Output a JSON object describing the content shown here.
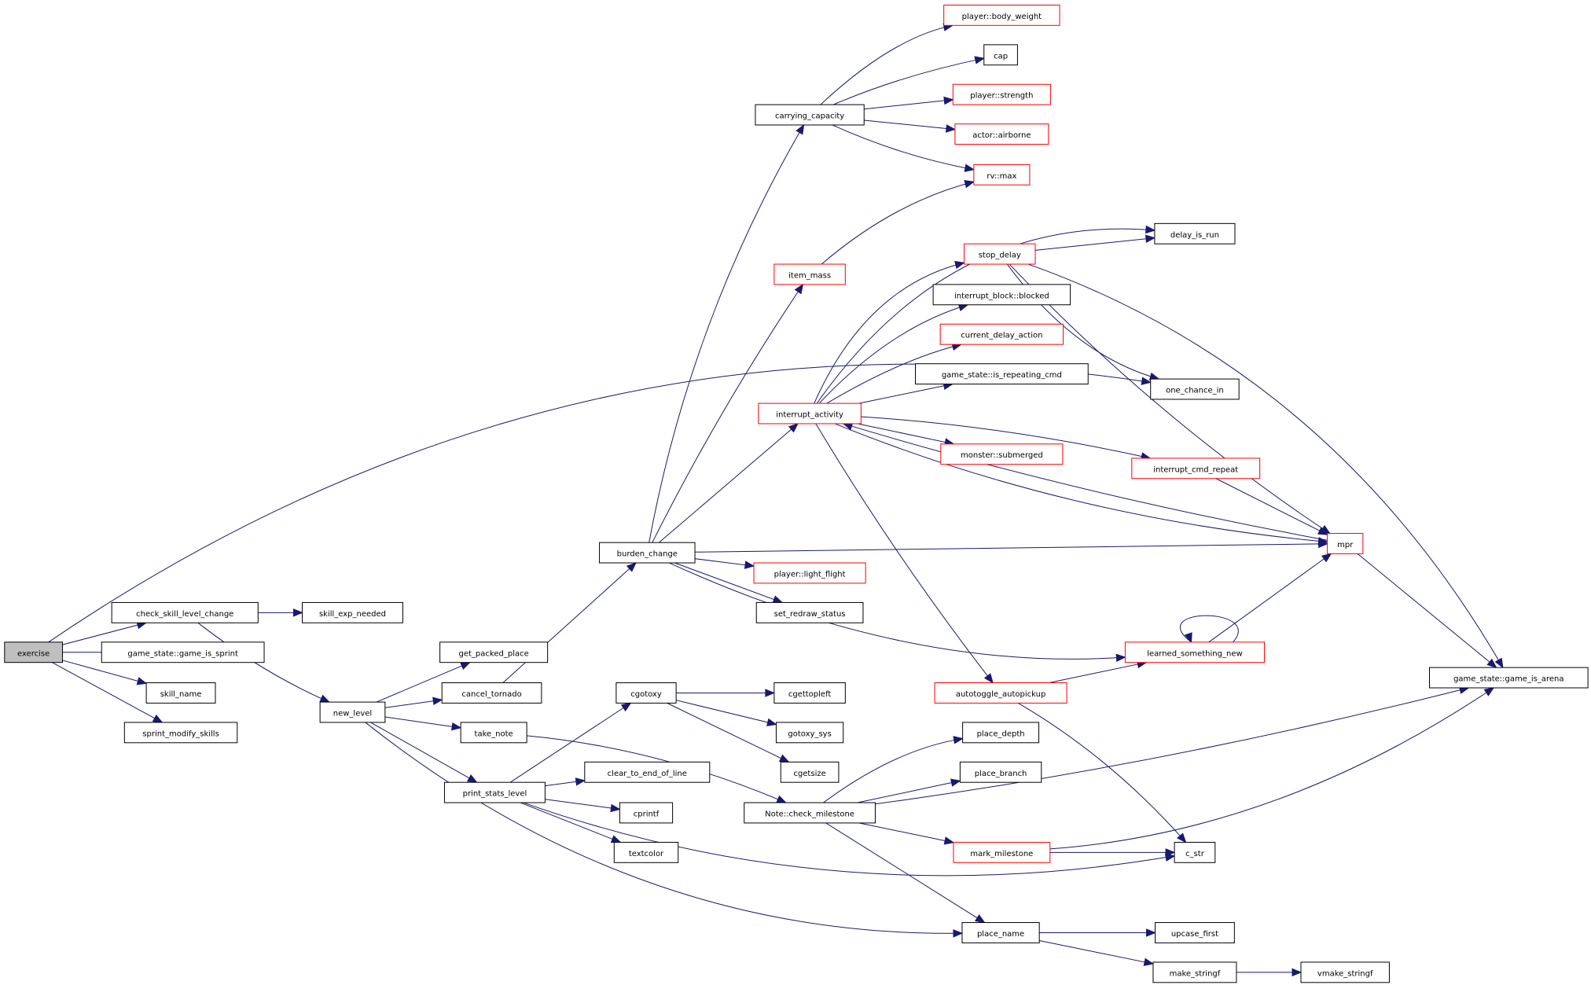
{
  "diagram": {
    "colors": {
      "edge": "#191970",
      "node_border": "#000000",
      "node_border_truncated": "#ff0000",
      "root_fill": "#bfbfbf",
      "node_fill": "#ffffff"
    },
    "nodes": [
      {
        "id": "exercise",
        "label": "exercise",
        "style": "root"
      },
      {
        "id": "check_skill_level_change",
        "label": "check_skill_level_change",
        "style": "normal"
      },
      {
        "id": "skill_exp_needed",
        "label": "skill_exp_needed",
        "style": "normal"
      },
      {
        "id": "game_is_sprint",
        "label": "game_state::game_is_sprint",
        "style": "normal"
      },
      {
        "id": "skill_name",
        "label": "skill_name",
        "style": "normal"
      },
      {
        "id": "sprint_modify_skills",
        "label": "sprint_modify_skills",
        "style": "normal"
      },
      {
        "id": "new_level",
        "label": "new_level",
        "style": "normal"
      },
      {
        "id": "get_packed_place",
        "label": "get_packed_place",
        "style": "normal"
      },
      {
        "id": "cancel_tornado",
        "label": "cancel_tornado",
        "style": "normal"
      },
      {
        "id": "take_note",
        "label": "take_note",
        "style": "normal"
      },
      {
        "id": "print_stats_level",
        "label": "print_stats_level",
        "style": "normal"
      },
      {
        "id": "burden_change",
        "label": "burden_change",
        "style": "normal"
      },
      {
        "id": "cgotoxy",
        "label": "cgotoxy",
        "style": "normal"
      },
      {
        "id": "clear_to_end_of_line",
        "label": "clear_to_end_of_line",
        "style": "normal"
      },
      {
        "id": "cprintf",
        "label": "cprintf",
        "style": "normal"
      },
      {
        "id": "textcolor",
        "label": "textcolor",
        "style": "normal"
      },
      {
        "id": "carrying_capacity",
        "label": "carrying_capacity",
        "style": "normal"
      },
      {
        "id": "item_mass",
        "label": "item_mass",
        "style": "truncated"
      },
      {
        "id": "interrupt_activity",
        "label": "interrupt_activity",
        "style": "truncated"
      },
      {
        "id": "light_flight",
        "label": "player::light_flight",
        "style": "truncated"
      },
      {
        "id": "set_redraw_status",
        "label": "set_redraw_status",
        "style": "normal"
      },
      {
        "id": "cgettopleft",
        "label": "cgettopleft",
        "style": "normal"
      },
      {
        "id": "gotoxy_sys",
        "label": "gotoxy_sys",
        "style": "normal"
      },
      {
        "id": "cgetsize",
        "label": "cgetsize",
        "style": "normal"
      },
      {
        "id": "check_milestone",
        "label": "Note::check_milestone",
        "style": "normal"
      },
      {
        "id": "body_weight",
        "label": "player::body_weight",
        "style": "truncated"
      },
      {
        "id": "cap",
        "label": "cap",
        "style": "normal"
      },
      {
        "id": "strength",
        "label": "player::strength",
        "style": "truncated"
      },
      {
        "id": "airborne",
        "label": "actor::airborne",
        "style": "truncated"
      },
      {
        "id": "rv_max",
        "label": "rv::max",
        "style": "truncated"
      },
      {
        "id": "stop_delay",
        "label": "stop_delay",
        "style": "truncated"
      },
      {
        "id": "interrupt_block",
        "label": "interrupt_block::blocked",
        "style": "normal"
      },
      {
        "id": "current_delay_action",
        "label": "current_delay_action",
        "style": "truncated"
      },
      {
        "id": "is_repeating_cmd",
        "label": "game_state::is_repeating_cmd",
        "style": "normal"
      },
      {
        "id": "submerged",
        "label": "monster::submerged",
        "style": "truncated"
      },
      {
        "id": "autotoggle_autopickup",
        "label": "autotoggle_autopickup",
        "style": "truncated"
      },
      {
        "id": "place_depth",
        "label": "place_depth",
        "style": "normal"
      },
      {
        "id": "place_branch",
        "label": "place_branch",
        "style": "normal"
      },
      {
        "id": "mark_milestone",
        "label": "mark_milestone",
        "style": "truncated"
      },
      {
        "id": "place_name",
        "label": "place_name",
        "style": "normal"
      },
      {
        "id": "delay_is_run",
        "label": "delay_is_run",
        "style": "normal"
      },
      {
        "id": "one_chance_in",
        "label": "one_chance_in",
        "style": "normal"
      },
      {
        "id": "interrupt_cmd_repeat",
        "label": "interrupt_cmd_repeat",
        "style": "truncated"
      },
      {
        "id": "learned_something_new",
        "label": "learned_something_new",
        "style": "truncated"
      },
      {
        "id": "c_str",
        "label": "c_str",
        "style": "normal"
      },
      {
        "id": "upcase_first",
        "label": "upcase_first",
        "style": "normal"
      },
      {
        "id": "make_stringf",
        "label": "make_stringf",
        "style": "normal"
      },
      {
        "id": "mpr",
        "label": "mpr",
        "style": "truncated"
      },
      {
        "id": "vmake_stringf",
        "label": "vmake_stringf",
        "style": "normal"
      },
      {
        "id": "game_is_arena",
        "label": "game_state::game_is_arena",
        "style": "normal"
      }
    ],
    "edges": [
      {
        "from": "exercise",
        "to": "check_skill_level_change"
      },
      {
        "from": "exercise",
        "to": "game_is_sprint"
      },
      {
        "from": "exercise",
        "to": "skill_name"
      },
      {
        "from": "exercise",
        "to": "sprint_modify_skills"
      },
      {
        "from": "exercise",
        "to": "one_chance_in"
      },
      {
        "from": "check_skill_level_change",
        "to": "skill_exp_needed"
      },
      {
        "from": "check_skill_level_change",
        "to": "new_level"
      },
      {
        "from": "new_level",
        "to": "get_packed_place"
      },
      {
        "from": "new_level",
        "to": "cancel_tornado"
      },
      {
        "from": "new_level",
        "to": "take_note"
      },
      {
        "from": "new_level",
        "to": "print_stats_level"
      },
      {
        "from": "new_level",
        "to": "place_name"
      },
      {
        "from": "cancel_tornado",
        "to": "burden_change"
      },
      {
        "from": "take_note",
        "to": "check_milestone"
      },
      {
        "from": "print_stats_level",
        "to": "cgotoxy"
      },
      {
        "from": "print_stats_level",
        "to": "clear_to_end_of_line"
      },
      {
        "from": "print_stats_level",
        "to": "cprintf"
      },
      {
        "from": "print_stats_level",
        "to": "textcolor"
      },
      {
        "from": "print_stats_level",
        "to": "c_str"
      },
      {
        "from": "cgotoxy",
        "to": "cgettopleft"
      },
      {
        "from": "cgotoxy",
        "to": "gotoxy_sys"
      },
      {
        "from": "cgotoxy",
        "to": "cgetsize"
      },
      {
        "from": "burden_change",
        "to": "carrying_capacity"
      },
      {
        "from": "burden_change",
        "to": "item_mass"
      },
      {
        "from": "burden_change",
        "to": "interrupt_activity"
      },
      {
        "from": "burden_change",
        "to": "light_flight"
      },
      {
        "from": "burden_change",
        "to": "set_redraw_status"
      },
      {
        "from": "burden_change",
        "to": "mpr"
      },
      {
        "from": "burden_change",
        "to": "learned_something_new"
      },
      {
        "from": "carrying_capacity",
        "to": "body_weight"
      },
      {
        "from": "carrying_capacity",
        "to": "cap"
      },
      {
        "from": "carrying_capacity",
        "to": "strength"
      },
      {
        "from": "carrying_capacity",
        "to": "airborne"
      },
      {
        "from": "carrying_capacity",
        "to": "rv_max"
      },
      {
        "from": "item_mass",
        "to": "rv_max"
      },
      {
        "from": "interrupt_activity",
        "to": "delay_is_run"
      },
      {
        "from": "interrupt_activity",
        "to": "stop_delay"
      },
      {
        "from": "interrupt_activity",
        "to": "interrupt_block"
      },
      {
        "from": "interrupt_activity",
        "to": "current_delay_action"
      },
      {
        "from": "interrupt_activity",
        "to": "is_repeating_cmd"
      },
      {
        "from": "interrupt_activity",
        "to": "submerged"
      },
      {
        "from": "interrupt_activity",
        "to": "interrupt_cmd_repeat"
      },
      {
        "from": "interrupt_activity",
        "to": "mpr"
      },
      {
        "from": "interrupt_activity",
        "to": "autotoggle_autopickup"
      },
      {
        "from": "stop_delay",
        "to": "delay_is_run"
      },
      {
        "from": "stop_delay",
        "to": "one_chance_in"
      },
      {
        "from": "stop_delay",
        "to": "mpr"
      },
      {
        "from": "stop_delay",
        "to": "game_is_arena"
      },
      {
        "from": "interrupt_cmd_repeat",
        "to": "mpr"
      },
      {
        "from": "mpr",
        "to": "interrupt_activity"
      },
      {
        "from": "mpr",
        "to": "game_is_arena"
      },
      {
        "from": "learned_something_new",
        "to": "mpr"
      },
      {
        "from": "learned_something_new",
        "to": "learned_something_new"
      },
      {
        "from": "autotoggle_autopickup",
        "to": "learned_something_new"
      },
      {
        "from": "autotoggle_autopickup",
        "to": "c_str"
      },
      {
        "from": "check_milestone",
        "to": "place_depth"
      },
      {
        "from": "check_milestone",
        "to": "place_branch"
      },
      {
        "from": "check_milestone",
        "to": "game_is_arena"
      },
      {
        "from": "check_milestone",
        "to": "mark_milestone"
      },
      {
        "from": "check_milestone",
        "to": "place_name"
      },
      {
        "from": "mark_milestone",
        "to": "c_str"
      },
      {
        "from": "mark_milestone",
        "to": "game_is_arena"
      },
      {
        "from": "place_name",
        "to": "upcase_first"
      },
      {
        "from": "place_name",
        "to": "make_stringf"
      },
      {
        "from": "make_stringf",
        "to": "vmake_stringf"
      }
    ]
  }
}
